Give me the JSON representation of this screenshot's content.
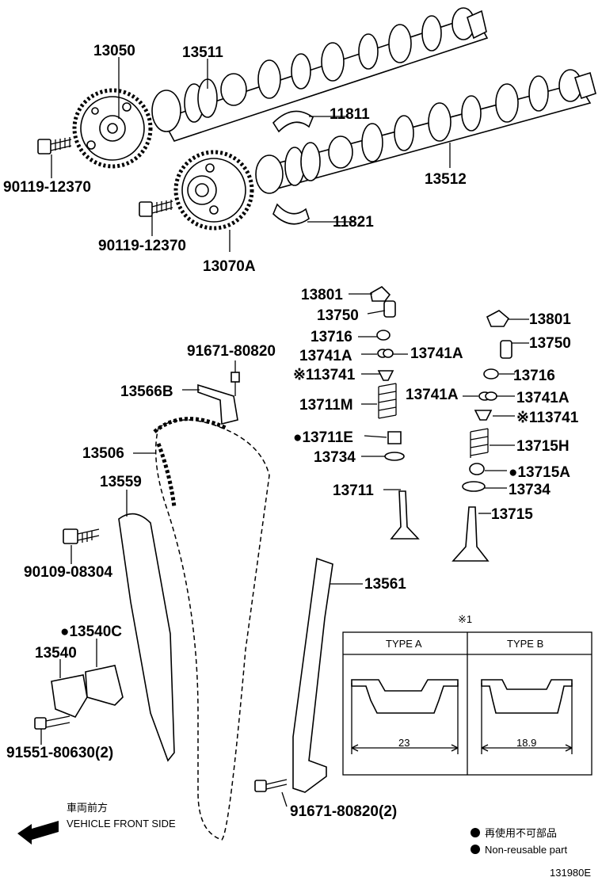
{
  "parts": {
    "p13050": "13050",
    "p13511": "13511",
    "p11811": "11811",
    "p90119a": "90119-12370",
    "p13512": "13512",
    "p11821": "11821",
    "p90119b": "90119-12370",
    "p13070a": "13070A",
    "p13801a": "13801",
    "p13750a": "13750",
    "p13716a": "13716",
    "p13741a_l1": "13741A",
    "p13741a_r1": "13741A",
    "p13741_1": "※113741",
    "p13711m": "13711M",
    "p13711e": "●13711E",
    "p13734a": "13734",
    "p13711": "13711",
    "p13801b": "13801",
    "p13750b": "13750",
    "p13716b": "13716",
    "p13741a_l2": "13741A",
    "p13741a_r2": "13741A",
    "p13741_2": "※113741",
    "p13715h": "13715H",
    "p13715a": "●13715A",
    "p13734b": "13734",
    "p13715": "13715",
    "p91671a": "91671-80820",
    "p13566b": "13566B",
    "p13506": "13506",
    "p13559": "13559",
    "p90109": "90109-08304",
    "p13561": "13561",
    "p13540c": "●13540C",
    "p13540": "13540",
    "p91551": "91551-80630(2)",
    "p91671b": "91671-80820(2)"
  },
  "type_table": {
    "note": "※1",
    "col_a": "TYPE A",
    "col_b": "TYPE B",
    "dim_a": "23",
    "dim_b": "18.9"
  },
  "direction": {
    "jp": "車両前方",
    "en": "VEHICLE FRONT SIDE"
  },
  "legend": {
    "jp": "再使用不可部品",
    "en": "Non-reusable part"
  },
  "figure_id": "131980E"
}
